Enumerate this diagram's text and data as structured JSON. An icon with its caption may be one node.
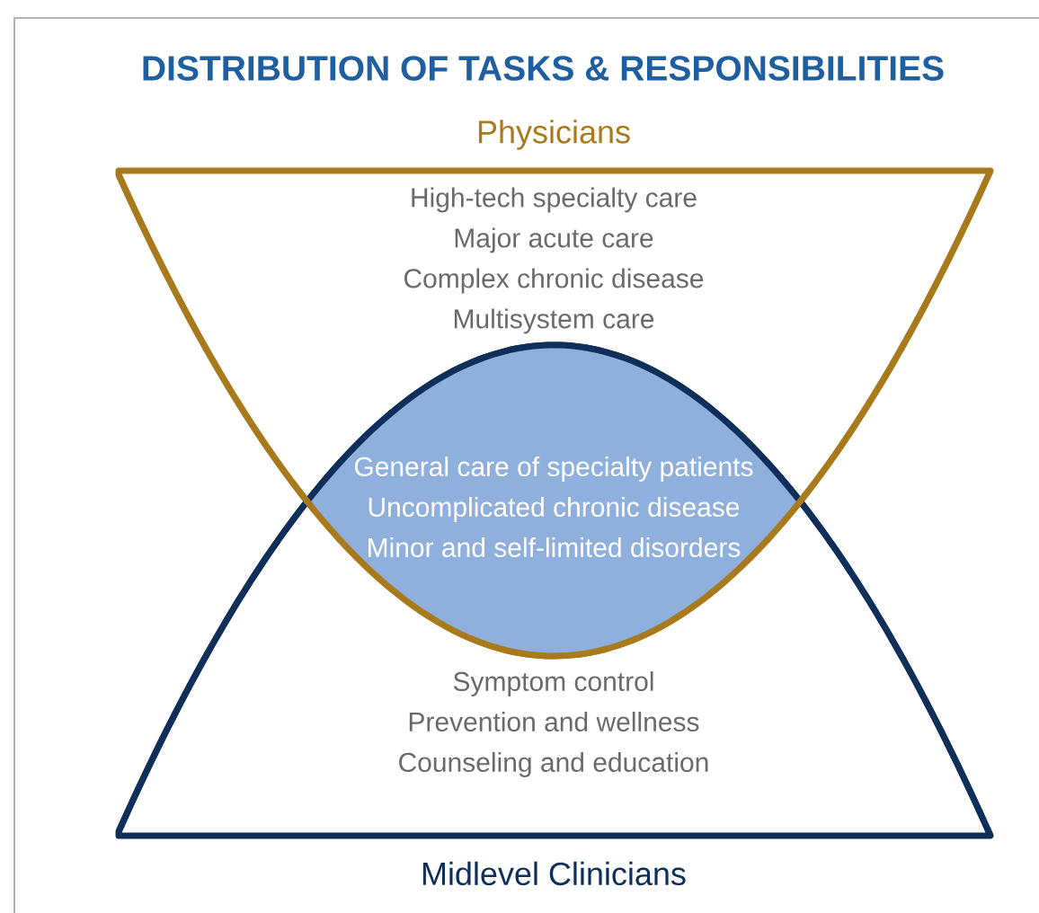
{
  "diagram": {
    "title": "DISTRIBUTION OF TASKS & RESPONSIBILITIES",
    "nodes": [
      {
        "text": [
          "Physicians",
          "High-tech specialty care",
          "Major acute care",
          "Complex chronic disease",
          "Multisystem care"
        ]
      },
      {
        "text": [
          "Symptom control",
          "Prevention and wellness",
          "Counseling and education",
          "Midlevel Clinicians"
        ]
      },
      {
        "text": [
          "General care of specialty patients",
          "Uncomplicated chronic disease",
          "Minor and self-limited disorders"
        ]
      }
    ]
  }
}
